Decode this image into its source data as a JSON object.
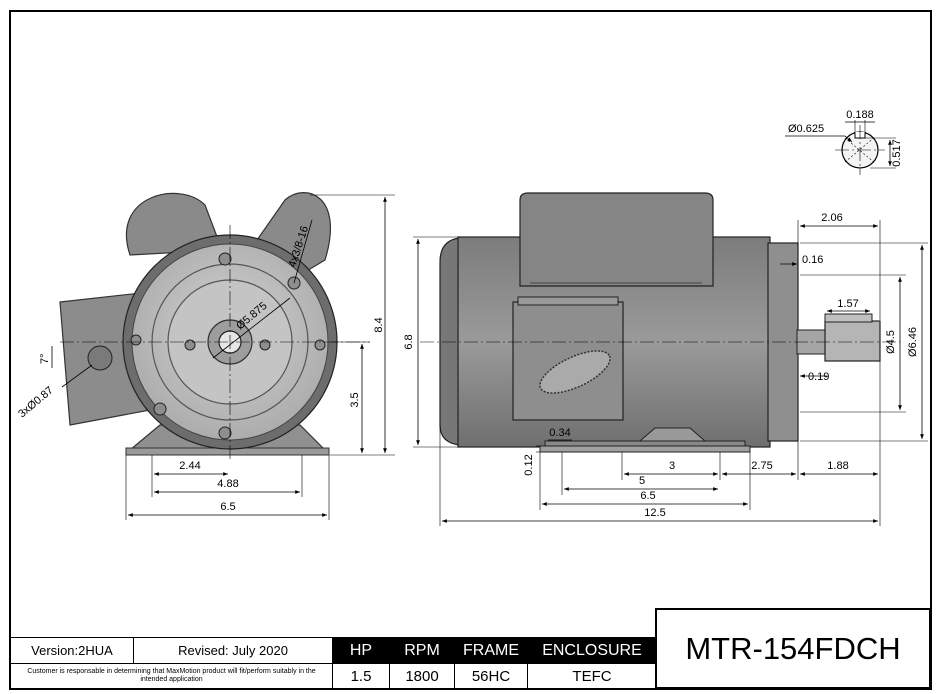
{
  "drawing": {
    "front_view": {
      "dims": {
        "height_overall": "8.4",
        "shaft_height": "3.5",
        "base_center": "2.44",
        "base_holes": "4.88",
        "base_width": "6.5",
        "bolt_circle": "Ø5.875",
        "face_holes": "4x3/8-16",
        "conduit_holes": "3xØ0.87",
        "conduit_angle": "7°"
      }
    },
    "side_view": {
      "dims": {
        "frame_dia": "6.8",
        "shaft_ext": "2.06",
        "pilot": "0.16",
        "key_length": "1.57",
        "pilot_dia": "Ø4.5",
        "face_dia": "Ø6.46",
        "shaft_step": "0.19",
        "foot_pad": "0.34",
        "foot_thick": "0.12",
        "holes_spacing": "3",
        "hole_to_face": "2.75",
        "face_to_end": "1.88",
        "holes_outer": "5",
        "base_length": "6.5",
        "overall_length": "12.5"
      }
    },
    "shaft_section": {
      "dims": {
        "shaft_dia": "Ø0.625",
        "key_width": "0.188",
        "key_depth": "0.517"
      }
    }
  },
  "title_block": {
    "version": "Version:2HUA",
    "revised": "Revised: July 2020",
    "note": "Customer is responsable in determining that MaxMotion product will fit/perform suitably in the intended application",
    "headers": [
      "HP",
      "RPM",
      "FRAME",
      "ENCLOSURE"
    ],
    "values": [
      "1.5",
      "1800",
      "56HC",
      "TEFC"
    ],
    "model": "MTR-154FDCH"
  }
}
